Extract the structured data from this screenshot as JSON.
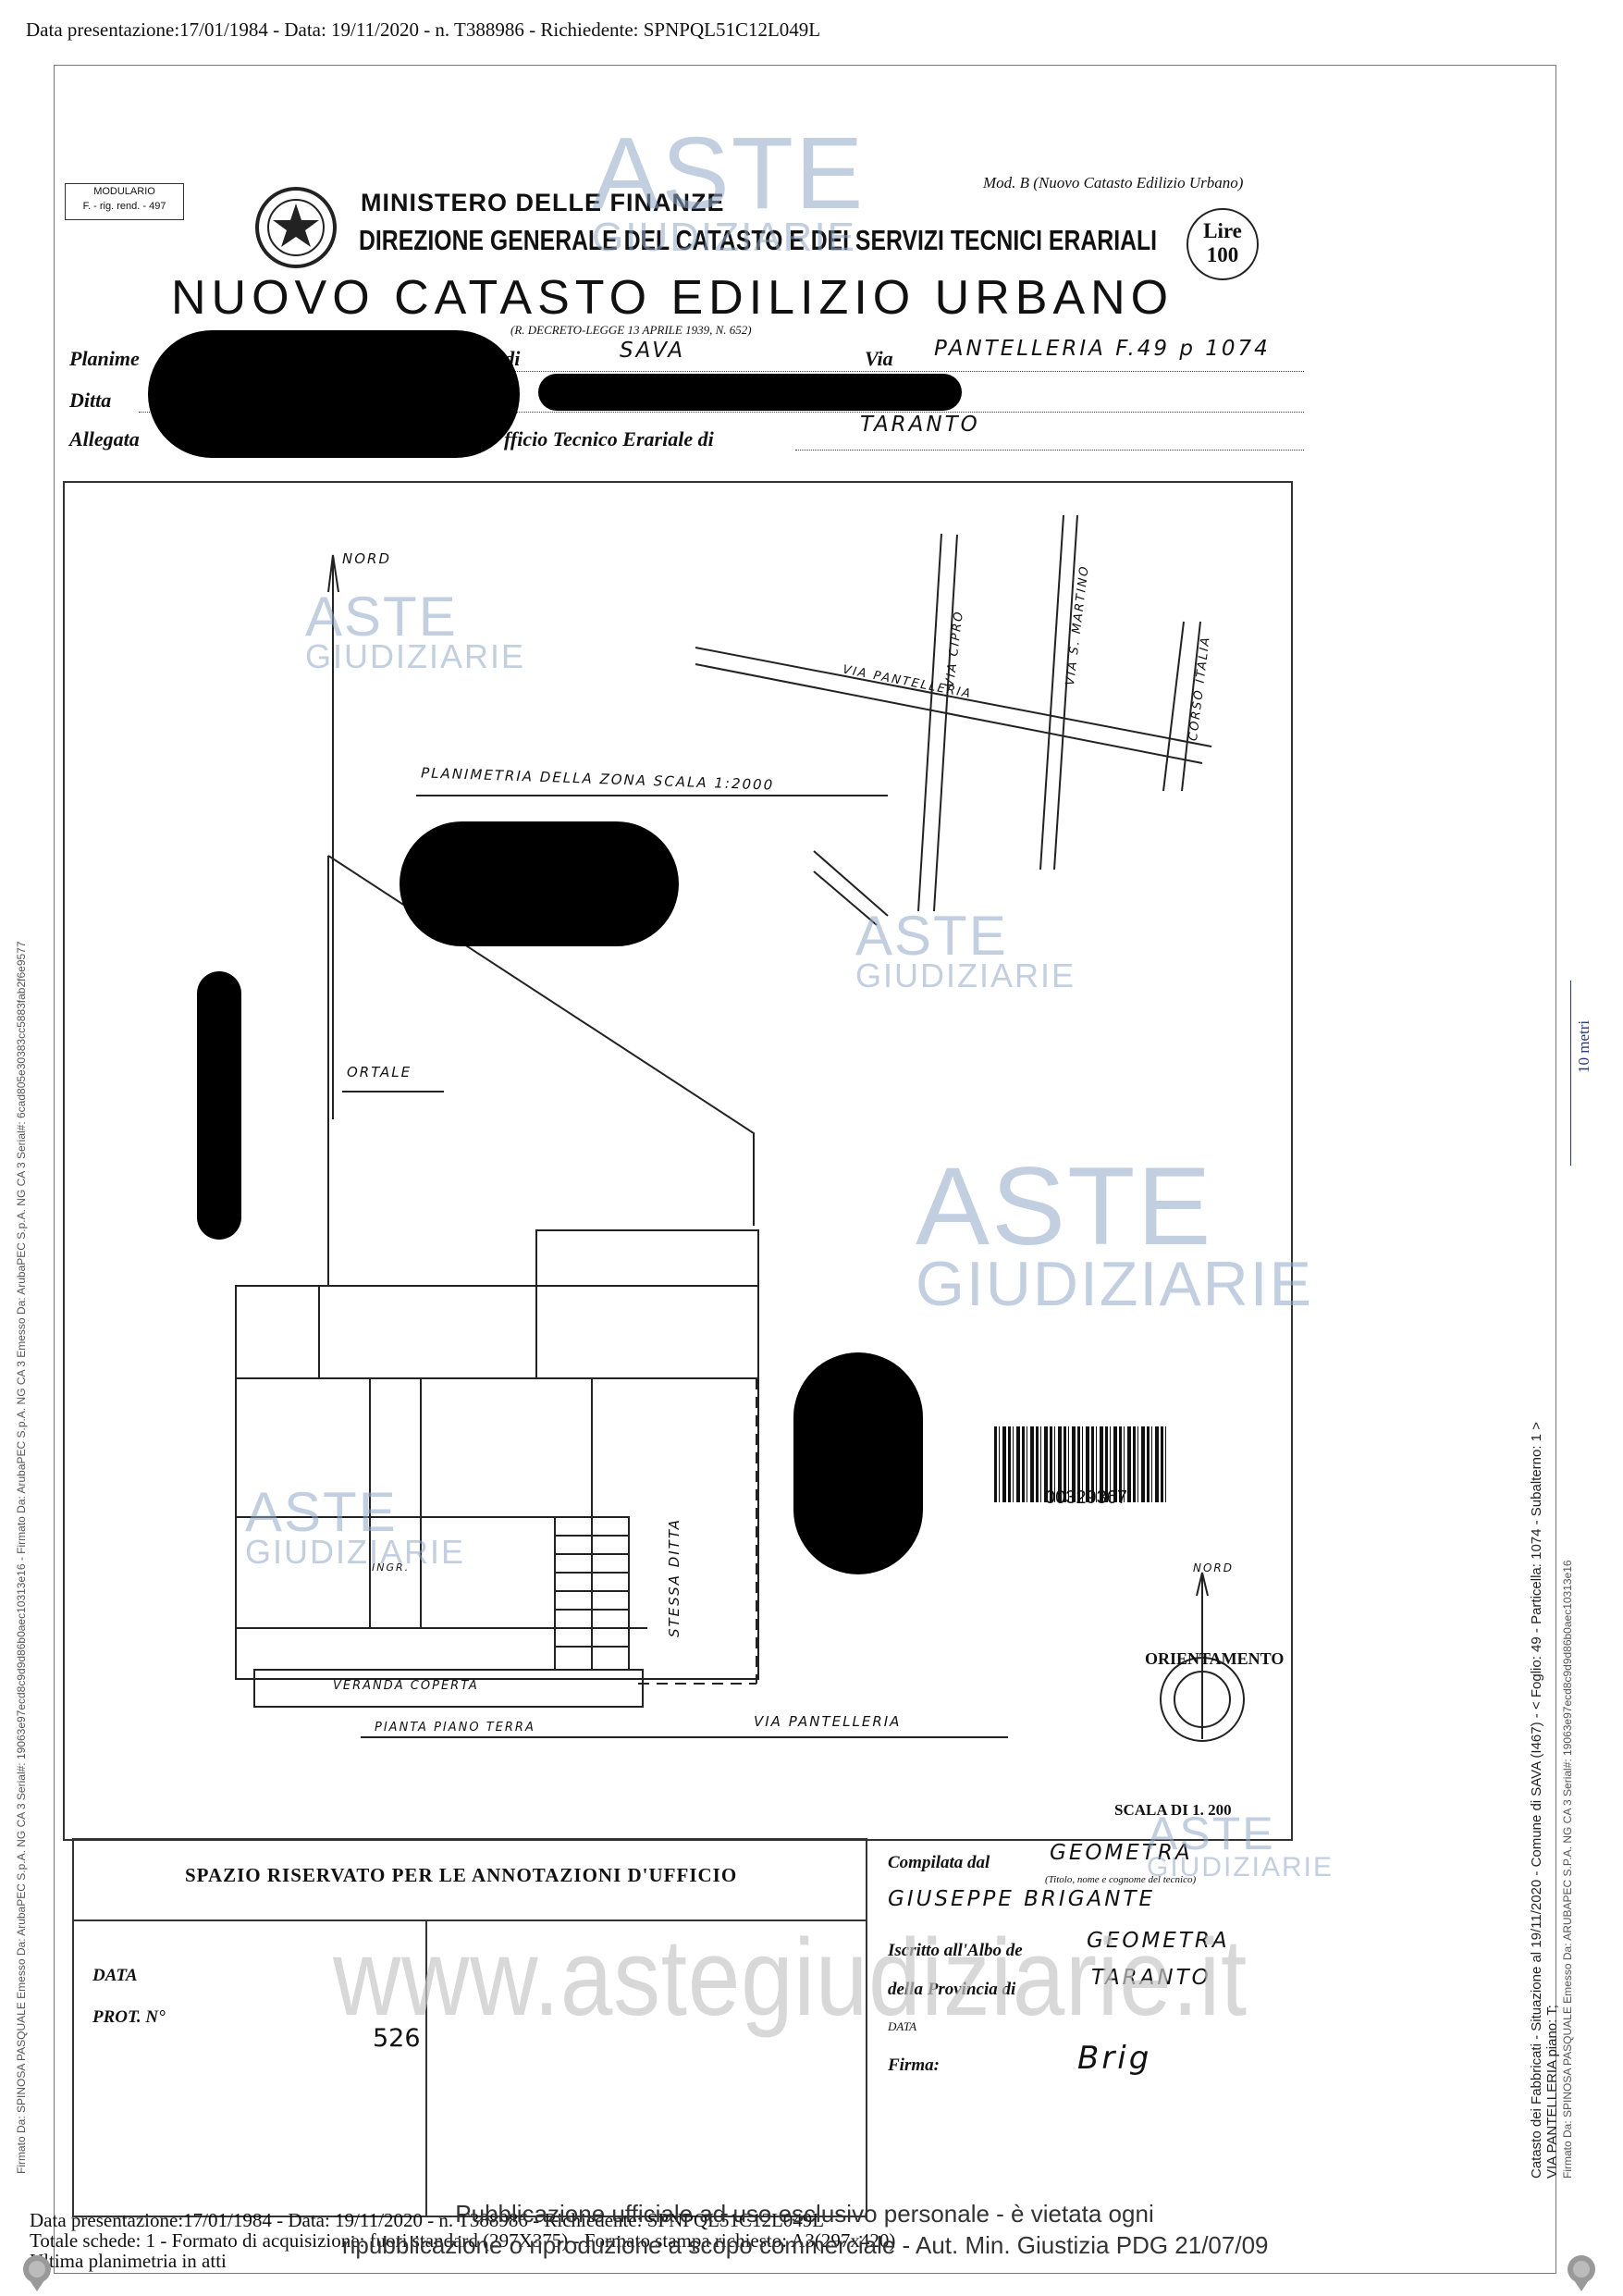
{
  "header_top": "Data presentazione:17/01/1984 - Data: 19/11/2020 - n. T388986 - Richiedente: SPNPQL51C12L049L",
  "modulario": {
    "line1": "MODULARIO",
    "line2": "F. - rig. rend. - 497"
  },
  "ministero": "MINISTERO DELLE FINANZE",
  "direzione": "DIREZIONE GENERALE DEL CATASTO E DEI SERVIZI TECNICI ERARIALI",
  "title": "NUOVO CATASTO EDILIZIO URBANO",
  "mod_b": "Mod. B (Nuovo Catasto Edilizio Urbano)",
  "lire": {
    "label": "Lire",
    "value": "100"
  },
  "decreto": "(R. DECRETO-LEGGE 13 APRILE 1939, N. 652)",
  "form": {
    "planimetria_label": "Planime",
    "comune_label": "e di",
    "comune_value": "SAVA",
    "via_label": "Via",
    "via_value": "PANTELLERIA  F.49 p 1074",
    "ditta_label": "Ditta",
    "allegata_label": "Allegata",
    "ufficio_label": "fficio Tecnico Erariale di",
    "ufficio_value": "TARANTO"
  },
  "plan": {
    "nord": "NORD",
    "planimetria_zona": "PLANIMETRIA DELLA ZONA   SCALA 1:2000",
    "via_cipro": "VIA CIPRO",
    "via_s_martino": "VIA S. MARTINO",
    "corso_italia": "CORSO ITALIA",
    "via_pantelleria_label": "VIA PANTELLERIA",
    "ortale": "ORTALE",
    "stessa_ditta": "STESSA DITTA",
    "veranda": "VERANDA COPERTA",
    "pianta": "PIANTA PIANO TERRA",
    "via_pantelleria_bottom": "VIA PANTELLERIA",
    "ingr": "INGR.",
    "nord_small": "NORD",
    "orientamento": "ORIENTAMENTO",
    "scala": "SCALA DI 1. 200",
    "barcode_num": "00329367"
  },
  "side_scale": "10 metri",
  "annotations": {
    "title": "SPAZIO RISERVATO PER LE ANNOTAZIONI D'UFFICIO",
    "data_label": "DATA",
    "prot_label": "PROT. N°",
    "prot_value": "526"
  },
  "compiler": {
    "compilata_label": "Compilata dal",
    "compilata_value": "GEOMETRA",
    "title_note": "(Titolo, nome e cognome del tecnico)",
    "name": "GIUSEPPE BRIGANTE",
    "iscritto_label": "Iscritto all'Albo de",
    "iscritto_value": "GEOMETRA",
    "provincia_label": "della Provincia di",
    "provincia_value": "TARANTO",
    "data_label": "DATA",
    "firma_label": "Firma:",
    "firma_value": "Brig"
  },
  "watermark": {
    "aste": "ASTE",
    "giudiziarie": "GIUDIZIARIE",
    "site": "www.astegiudiziarie.it"
  },
  "footer": {
    "line1": "Data presentazione:17/01/1984 - Data: 19/11/2020 - n. T388986 - Richiedente: SPNPQL51C12L049L",
    "line2": "Totale schede: 1 - Formato di acquisizione: fuori standard (297X375) - Formato stampa richiesto: A3(297x420)",
    "line3": "Ultima planimetria in atti",
    "notice1": "Pubblicazione ufficiale ad uso esclusivo personale - è vietata ogni",
    "notice2": "ripubblicazione o riproduzione a scopo commerciale - Aut. Min. Giustizia PDG 21/07/09"
  },
  "side_left": "Firmato Da: SPINOSA PASQUALE Emesso Da: ArubaPEC S.p.A. NG CA 3 Serial#: 19063e97ecd8c9d9d86b0aec10313e16 - Firmato Da: ArubaPEC S.p.A. NG CA 3 Emesso Da: ArubaPEC S.p.A. NG CA 3 Serial#: 6cad805e30383cc5883fab2f6e9577",
  "side_right1": "Catasto dei Fabbricati - Situazione al 19/11/2020 - Comune di SAVA (I467) - < Foglio: 49 - Particella: 1074 - Subalterno: 1 >",
  "side_right2": "VIA PANTELLERIA piano: T;",
  "side_right3": "Firmato Da: SPINOSA PASQUALE Emesso Da: ARUBAPEC S.P.A. NG CA 3 Serial#: 19063e97ecd8c9d9d86b0aec10313e16"
}
